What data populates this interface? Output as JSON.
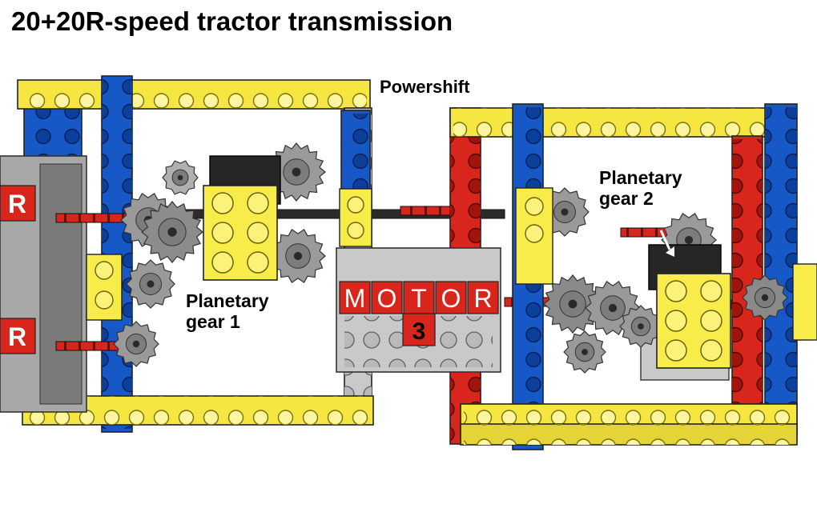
{
  "title": "20+20R-speed tractor transmission",
  "labels": {
    "powershift": "Powershift",
    "planetary_gear_1": [
      "Planetary",
      "gear 1"
    ],
    "planetary_gear_2": [
      "Planetary",
      "gear 2"
    ]
  },
  "motor": {
    "letters": [
      "M",
      "O",
      "T",
      "O",
      "R"
    ],
    "number": "3"
  },
  "reverse_marks": [
    "R",
    "R"
  ],
  "colors": {
    "beam_yellow": "#f5e642",
    "beam_blue": "#1659c6",
    "beam_red": "#d9261c",
    "gray": "#c9c9c9",
    "dark": "#262626",
    "gear": "#9a9a9a"
  }
}
